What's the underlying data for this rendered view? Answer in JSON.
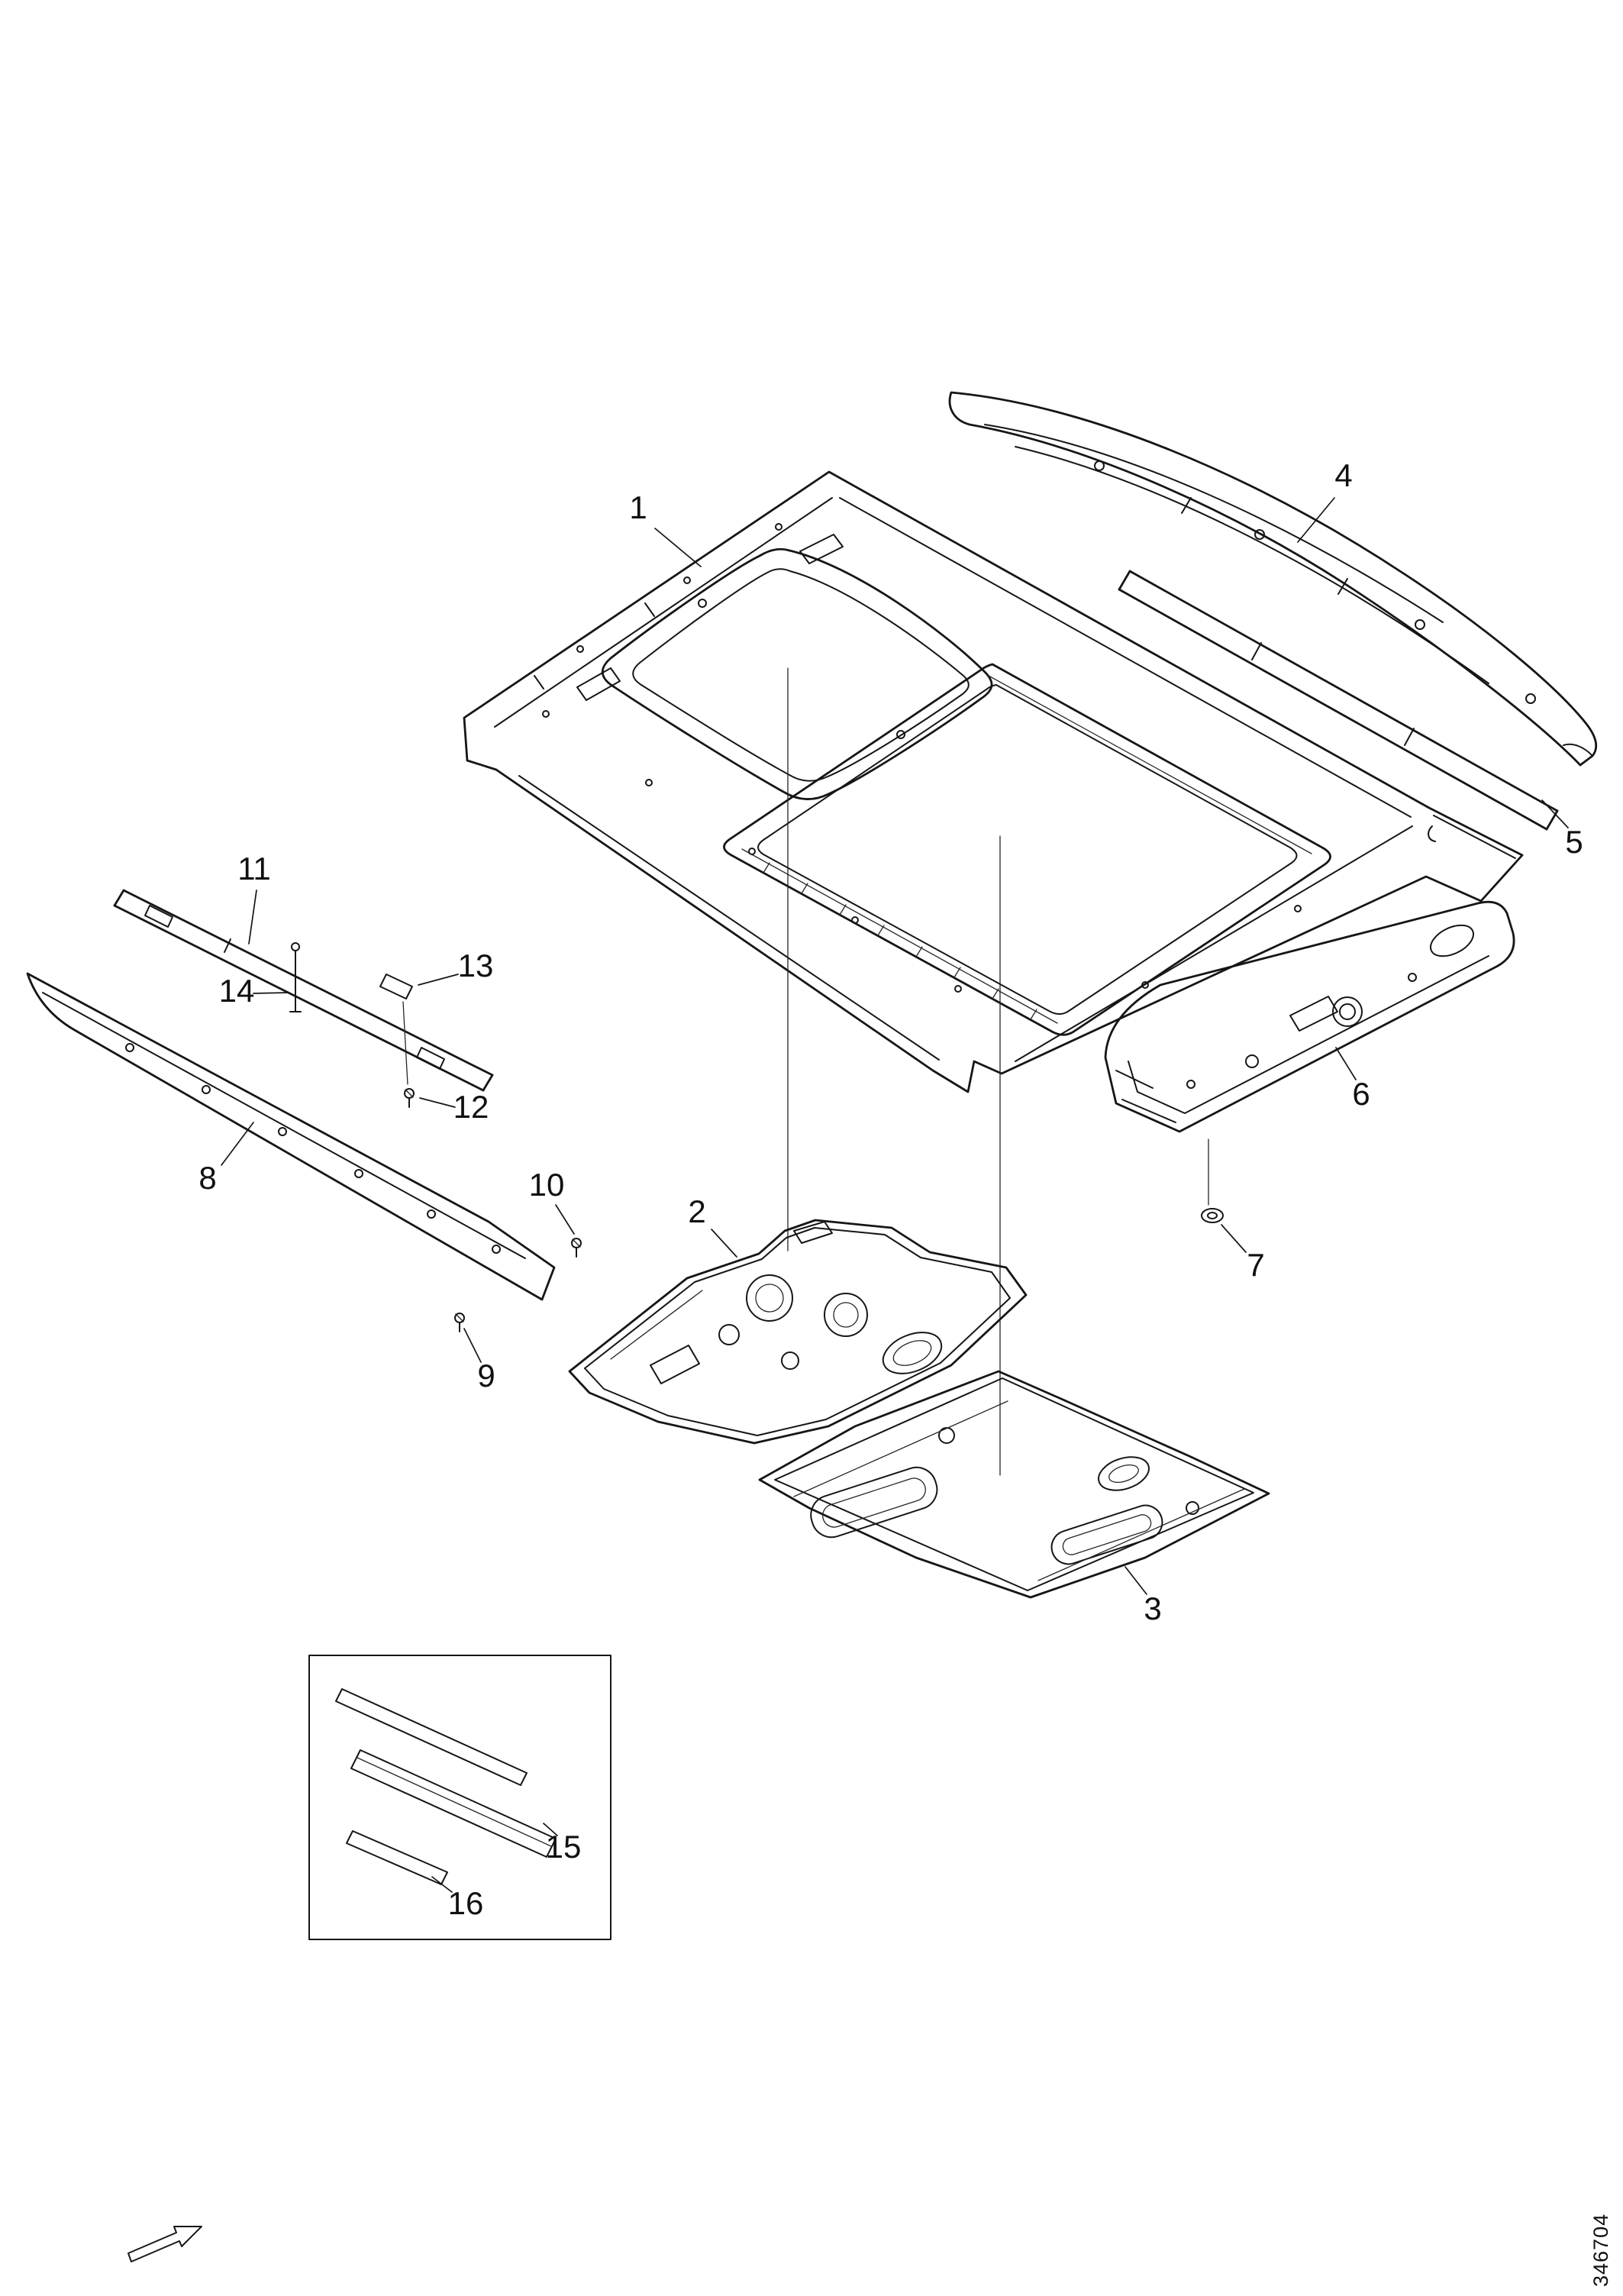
{
  "figure_number": "346704",
  "callouts": [
    "1",
    "2",
    "3",
    "4",
    "5",
    "6",
    "7",
    "8",
    "9",
    "10",
    "11",
    "12",
    "13",
    "14",
    "15",
    "16"
  ],
  "colors": {
    "line": "#161616",
    "background": "#ffffff"
  }
}
